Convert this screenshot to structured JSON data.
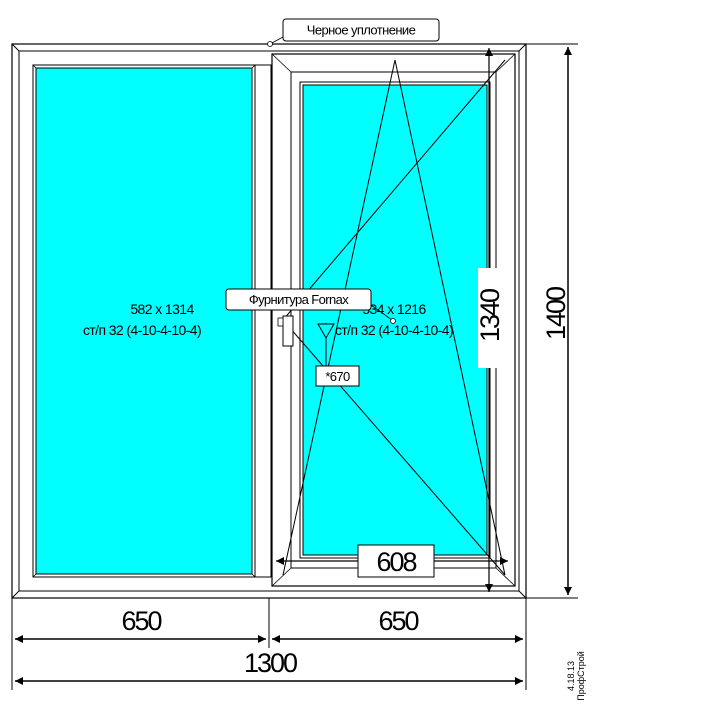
{
  "colors": {
    "glass": "#00FFFF",
    "frame_stroke": "#000000",
    "frame_fill": "#FFFFFF",
    "background": "#FFFFFF"
  },
  "callouts": {
    "seal": "Черное уплотнение",
    "hardware": "Фурнитура Fornax",
    "handle_height": "*670"
  },
  "panes": {
    "left": {
      "size": "582 x 1314",
      "glass": "ст/п 32 (4-10-4-10-4)"
    },
    "right": {
      "size": "534 x 1216",
      "glass": "ст/п 32 (4-10-4-10-4)"
    }
  },
  "dimensions": {
    "left_width": "650",
    "right_width": "650",
    "total_width": "1300",
    "total_height": "1400",
    "sash_height": "1340",
    "sash_width": "608"
  },
  "stamp": {
    "date": "4.18.13",
    "company": "ПрофСтрой"
  }
}
